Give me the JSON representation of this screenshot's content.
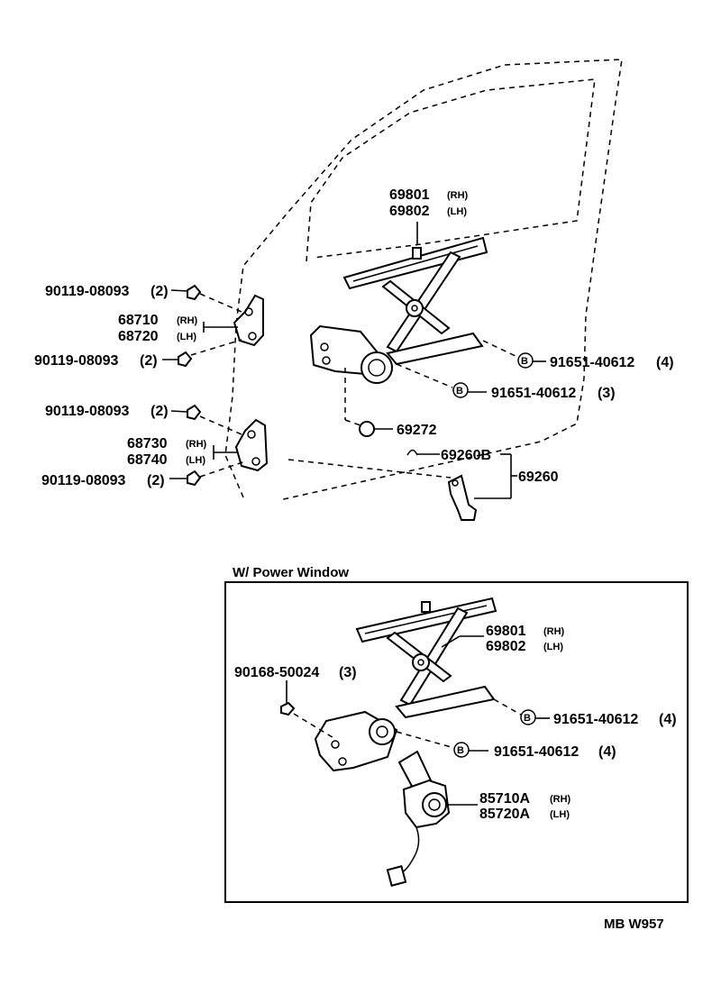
{
  "upper": {
    "regulator": {
      "num1": "69801",
      "sfx1": "(RH)",
      "num2": "69802",
      "sfx2": "(LH)"
    },
    "bolt_top": {
      "num": "90119-08093",
      "qty": "(2)"
    },
    "upper_hinge": {
      "num1": "68710",
      "sfx1": "(RH)",
      "num2": "68720",
      "sfx2": "(LH)"
    },
    "bolt_top2": {
      "num": "90119-08093",
      "qty": "(2)"
    },
    "bolt_mid": {
      "num": "90119-08093",
      "qty": "(2)"
    },
    "lower_hinge": {
      "num1": "68730",
      "sfx1": "(RH)",
      "num2": "68740",
      "sfx2": "(LH)"
    },
    "bolt_low": {
      "num": "90119-08093",
      "qty": "(2)"
    },
    "bolt_b1": {
      "marker": "B",
      "num": "91651-40612",
      "qty": "(4)"
    },
    "bolt_b2": {
      "marker": "B",
      "num": "91651-40612",
      "qty": "(3)"
    },
    "washer": {
      "num": "69272"
    },
    "handle_sub": {
      "num": "69260B"
    },
    "handle": {
      "num": "69260"
    }
  },
  "power": {
    "title": "W/ Power Window",
    "regulator": {
      "num1": "69801",
      "sfx1": "(RH)",
      "num2": "69802",
      "sfx2": "(LH)"
    },
    "screw": {
      "num": "90168-50024",
      "qty": "(3)"
    },
    "bolt_b1": {
      "marker": "B",
      "num": "91651-40612",
      "qty": "(4)"
    },
    "bolt_b2": {
      "marker": "B",
      "num": "91651-40612",
      "qty": "(4)"
    },
    "motor": {
      "num1": "85710A",
      "sfx1": "(RH)",
      "num2": "85720A",
      "sfx2": "(LH)"
    }
  },
  "footer": {
    "code": "MB W957"
  }
}
